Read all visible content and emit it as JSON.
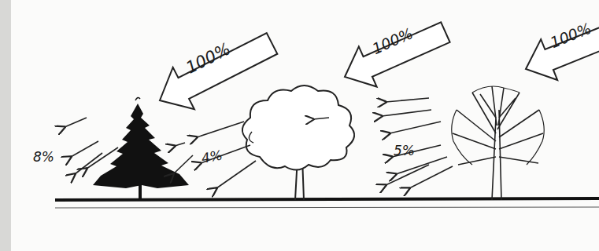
{
  "diagram": {
    "labels": [
      "100%",
      "100%",
      "100%",
      "8%",
      "4%",
      "5%"
    ]
  }
}
